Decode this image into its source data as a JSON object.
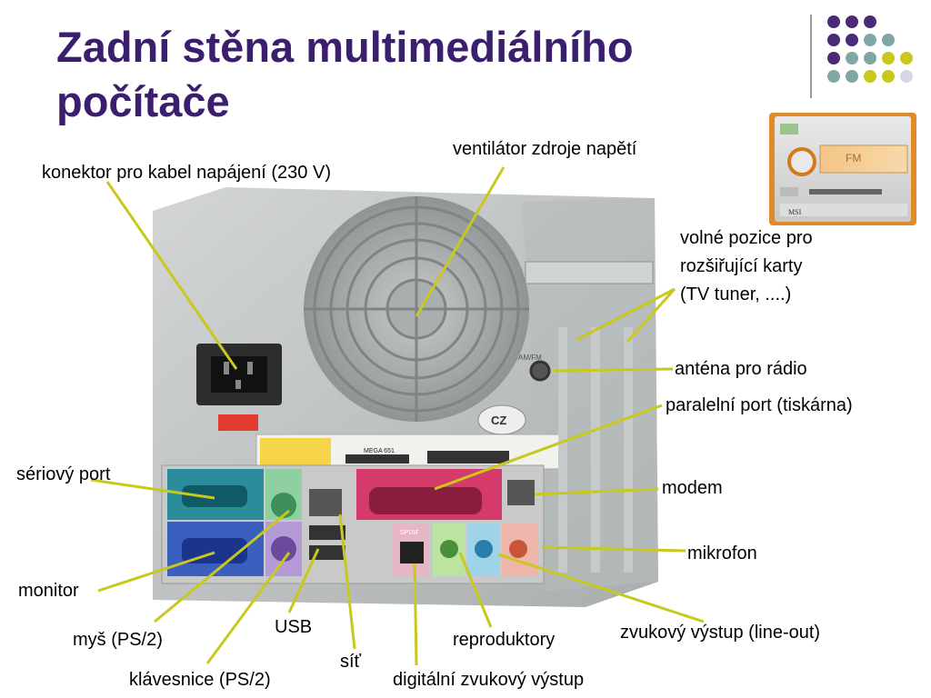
{
  "title": "Zadní stěna multimediálního počítače",
  "labels": {
    "power": "konektor pro kabel napájení (230 V)",
    "fan": "ventilátor zdroje napětí",
    "slots_1": "volné pozice pro",
    "slots_2": "rozšiřující karty",
    "slots_3": "(TV tuner, ....)",
    "antenna": "anténa pro rádio",
    "parallel": "paralelní port (tiskárna)",
    "serial": "sériový port",
    "modem": "modem",
    "mic": "mikrofon",
    "monitor": "monitor",
    "lineout": "zvukový výstup (line-out)",
    "mouse": "myš (PS/2)",
    "usb": "USB",
    "speakers": "reproduktory",
    "network": "síť",
    "keyboard": "klávesnice (PS/2)",
    "spdif": "digitální zvukový výstup"
  },
  "photo": {
    "case_marks": [
      "CZ",
      "MEGA 651",
      "AM/FM",
      "SPDIF",
      "FM"
    ],
    "mini_brand": "MSI"
  },
  "colors": {
    "title": "#3b1f6e",
    "leader": "#c8c81e",
    "purple": "#4b2a78",
    "teal": "#7fa7a4",
    "lime": "#c8c81e",
    "lavender": "#d6d6ea"
  }
}
